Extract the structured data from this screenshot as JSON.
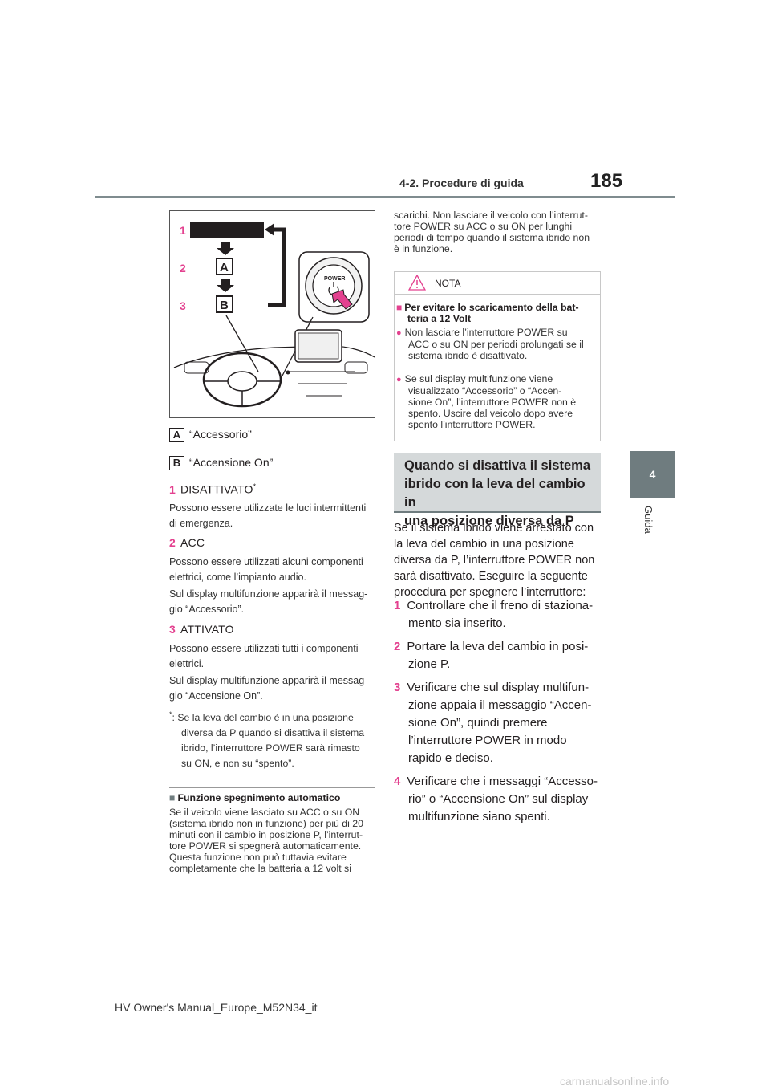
{
  "header": {
    "section": "4-2. Procedure di guida",
    "page_number": "185"
  },
  "side_tab": {
    "chapter_number": "4",
    "chapter_label": "Guida"
  },
  "figure": {
    "diagram_numbers": [
      "1",
      "2",
      "3"
    ],
    "key_letters": [
      "A",
      "B"
    ],
    "button_text": "POWER",
    "accent_color": "#e3418f"
  },
  "left": {
    "legend_a_key": "A",
    "legend_a": "“Accessorio”",
    "legend_b_key": "B",
    "legend_b": "“Accensione On”",
    "items": [
      {
        "num": "1",
        "title": "DISATTIVATO",
        "title_sup": "*",
        "lines": [
          "Possono essere utilizzate le luci intermittenti",
          "di emergenza."
        ]
      },
      {
        "num": "2",
        "title": "ACC",
        "lines": [
          "Possono essere utilizzati alcuni componenti",
          "elettrici, come l’impianto audio.",
          "Sul display multifunzione apparirà il messag-",
          "gio “Accessorio”."
        ]
      },
      {
        "num": "3",
        "title": "ATTIVATO",
        "lines": [
          "Possono essere utilizzati tutti i componenti",
          "elettrici.",
          "Sul display multifunzione apparirà il messag-",
          "gio “Accensione On”."
        ]
      }
    ],
    "footnote_mark": "*",
    "footnote_lines": [
      ": Se la leva del cambio è in una posizione",
      "diversa da P quando si disattiva il sistema",
      "ibrido, l’interruttore POWER sarà rimasto",
      "su ON, e non su “spento”."
    ],
    "auto_off_title": "Funzione spegnimento automatico",
    "auto_off_lines": [
      "Se il veicolo viene lasciato su ACC o su ON",
      "(sistema ibrido non in funzione) per più di 20",
      "minuti con il cambio in posizione P, l’interrut-",
      "tore POWER si spegnerà automaticamente.",
      "Questa funzione non può tuttavia evitare",
      "completamente che la batteria a 12 volt si"
    ]
  },
  "right": {
    "continued_lines": [
      "scarichi. Non lasciare il veicolo con l’interrut-",
      "tore POWER su ACC o su ON per lunghi",
      "periodi di tempo quando il sistema ibrido non",
      "è in funzione."
    ],
    "note": {
      "label": "NOTA",
      "title_lines": [
        "Per evitare lo scaricamento della bat-",
        "teria a 12 Volt"
      ],
      "bullet1": [
        "Non lasciare l’interruttore POWER su",
        "ACC o su ON per periodi prolungati se il",
        "sistema ibrido è disattivato."
      ],
      "bullet2": [
        "Se sul display multifunzione viene",
        "visualizzato “Accessorio” o “Accen-",
        "sione On”, l’interruttore POWER non è",
        "spento. Uscire dal veicolo dopo avere",
        "spento l’interruttore POWER."
      ]
    },
    "heading_lines": [
      "Quando si disattiva il sistema",
      "ibrido con la leva del cambio in",
      "una posizione diversa da P"
    ],
    "intro_lines": [
      "Se il sistema ibrido viene arrestato con",
      "la leva del cambio in una posizione",
      "diversa da P, l’interruttore POWER non",
      "sarà disattivato. Eseguire la seguente",
      "procedura per spegnere l’interruttore:"
    ],
    "steps": [
      {
        "num": "1",
        "lines": [
          "Controllare che il freno di staziona-",
          "mento sia inserito."
        ]
      },
      {
        "num": "2",
        "lines": [
          "Portare la leva del cambio in posi-",
          "zione P."
        ]
      },
      {
        "num": "3",
        "lines": [
          "Verificare che sul display multifun-",
          "zione appaia il messaggio “Accen-",
          "sione On”, quindi premere",
          "l’interruttore POWER in modo",
          "rapido e deciso."
        ]
      },
      {
        "num": "4",
        "lines": [
          "Verificare che i messaggi “Accesso-",
          "rio” o “Accensione On” sul display",
          "multifunzione siano spenti."
        ]
      }
    ]
  },
  "footer": {
    "text": "HV Owner's Manual_Europe_M52N34_it"
  },
  "watermark": {
    "text": "carmanualsonline.info"
  }
}
